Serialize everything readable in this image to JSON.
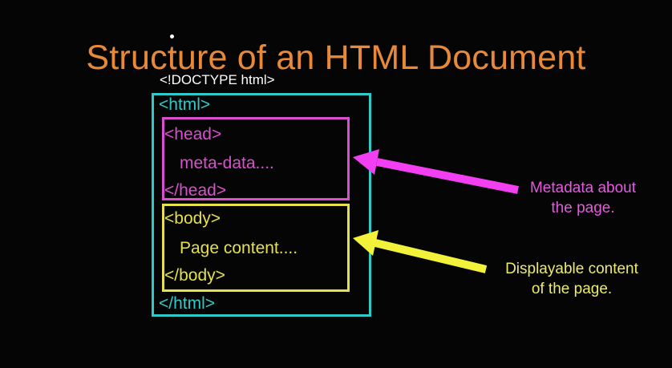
{
  "title": "Structure of an HTML Document",
  "doctype": "<!DOCTYPE html>",
  "html_box": {
    "open_tag": "<html>",
    "close_tag": "</html>"
  },
  "head_box": {
    "open_tag": "<head>",
    "content": "meta-data....",
    "close_tag": "</head>"
  },
  "body_box": {
    "open_tag": "<body>",
    "content": "Page content....",
    "close_tag": "</body>"
  },
  "annotations": {
    "head": {
      "line1": "Metadata about",
      "line2": "the page."
    },
    "body": {
      "line1": "Displayable content",
      "line2": "of the page."
    }
  },
  "colors": {
    "background": "#050505",
    "title": "#e8893a",
    "doctype": "#ffffff",
    "html": "#2ec9c9",
    "head": "#d94fcf",
    "body": "#e6e04a",
    "head_arrow": "#f23ff2",
    "body_arrow": "#f2f23a",
    "head_caption": "#e45be0",
    "body_caption": "#ecec6a"
  }
}
